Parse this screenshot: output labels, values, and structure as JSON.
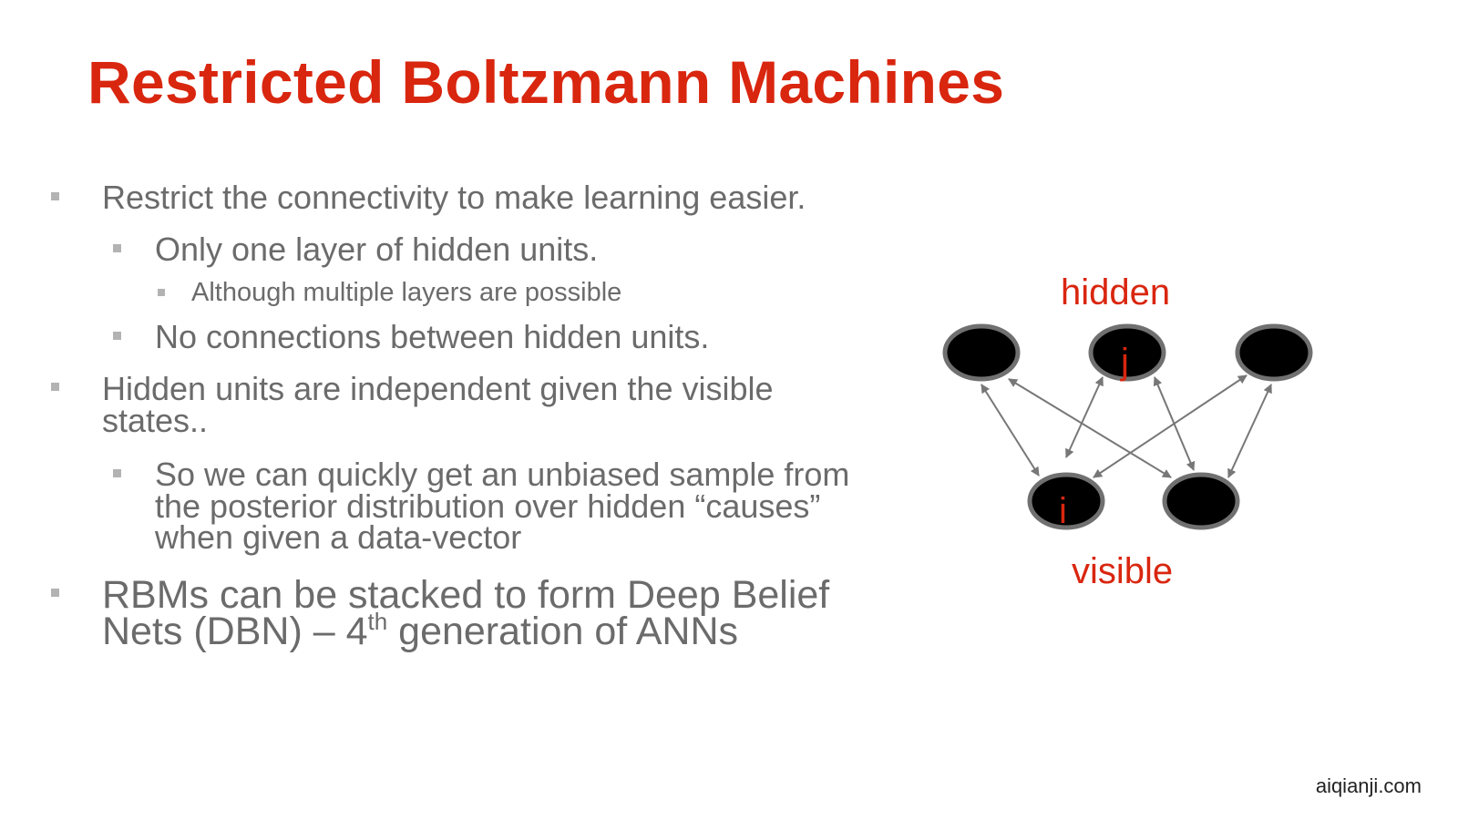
{
  "slide": {
    "title": "Restricted Boltzmann Machines",
    "bullets": {
      "b1": "Restrict the connectivity to make learning easier.",
      "b1_1": "Only one layer of hidden units.",
      "b1_1_1": "Although multiple layers are possible",
      "b1_2": "No connections between hidden units.",
      "b2_line1": "Hidden units are  independent given the visible",
      "b2_line2": "states..",
      "b2_1_line1": "So we can quickly get an unbiased sample from",
      "b2_1_line2": "the posterior distribution over hidden “causes”",
      "b2_1_line3": "when given a data-vector",
      "b3_line1": "RBMs can be stacked to form Deep Belief",
      "b3_line2_pre": "Nets (DBN) – 4",
      "b3_line2_sup": "th",
      "b3_line2_post": " generation of ANNs"
    }
  },
  "diagram": {
    "hidden_label": "hidden",
    "visible_label": "visible",
    "hidden_unit_label": "j",
    "visible_unit_label": "i",
    "hidden_units": 3,
    "visible_units": 2,
    "colors": {
      "label": "#d9260f",
      "node": "#000000",
      "node_border": "#707070",
      "edge": "#777777"
    }
  },
  "watermark": "aiqianji.com"
}
